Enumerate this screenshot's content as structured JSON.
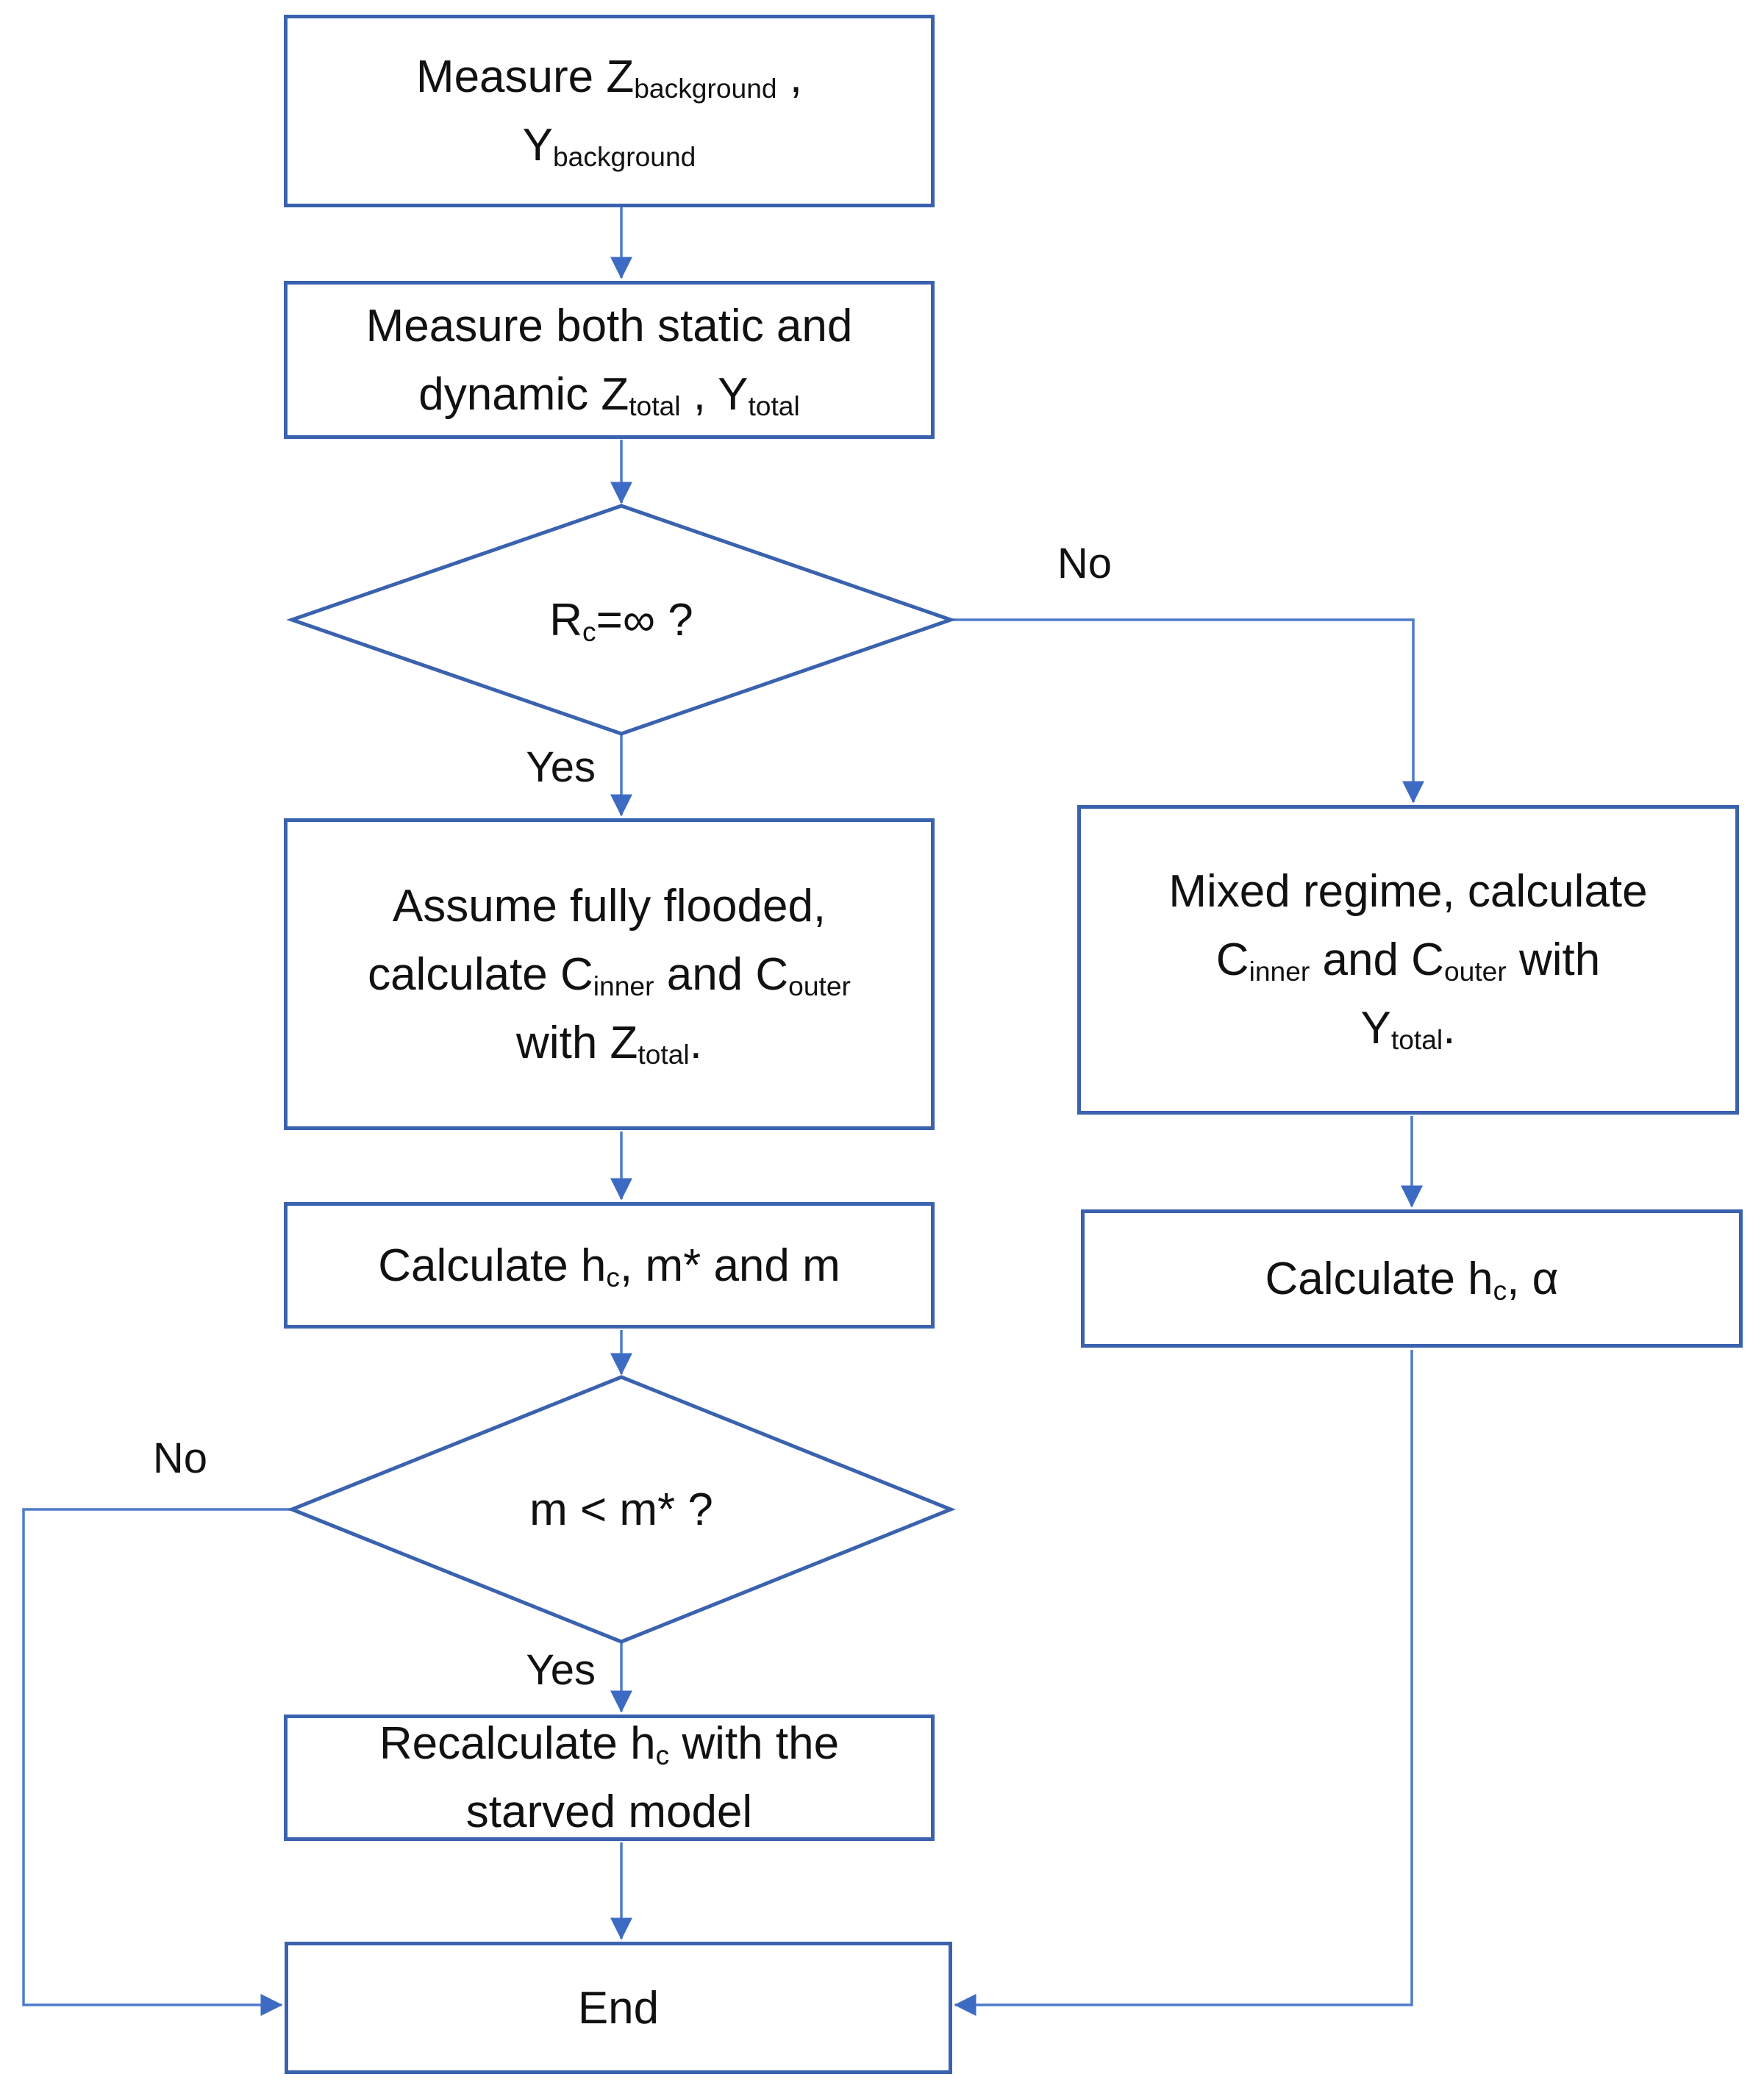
{
  "flowchart": {
    "colors": {
      "border": "#3a62ae",
      "connector": "#4f7bcc",
      "arrow": "#3d6bc4",
      "text": "#111111",
      "bg": "#ffffff"
    },
    "labels": {
      "decision1_no": "No",
      "decision1_yes": "Yes",
      "decision2_no": "No",
      "decision2_yes": "Yes"
    },
    "nodes": {
      "measure_background": {
        "lines": [
          [
            {
              "t": "Measure Z"
            },
            {
              "t": "background",
              "s": 1
            },
            {
              "t": " ,"
            }
          ],
          [
            {
              "t": "Y"
            },
            {
              "t": "background",
              "s": 1
            }
          ]
        ]
      },
      "measure_total": {
        "lines": [
          [
            {
              "t": "Measure both static and"
            }
          ],
          [
            {
              "t": "dynamic Z"
            },
            {
              "t": "total",
              "s": 1
            },
            {
              "t": " , Y"
            },
            {
              "t": "total",
              "s": 1
            }
          ]
        ]
      },
      "decision_rc": {
        "lines": [
          [
            {
              "t": "R"
            },
            {
              "t": "c",
              "s": 1
            },
            {
              "t": "=∞ ?"
            }
          ]
        ]
      },
      "assume_flooded": {
        "lines": [
          [
            {
              "t": "Assume fully flooded,"
            }
          ],
          [
            {
              "t": "calculate C"
            },
            {
              "t": "inner",
              "s": 1
            },
            {
              "t": " and C"
            },
            {
              "t": "outer",
              "s": 1
            }
          ],
          [
            {
              "t": "with Z"
            },
            {
              "t": "total",
              "s": 1
            },
            {
              "t": "."
            }
          ]
        ]
      },
      "calc_hc_m": {
        "lines": [
          [
            {
              "t": "Calculate h"
            },
            {
              "t": "c",
              "s": 1
            },
            {
              "t": ", m* and m"
            }
          ]
        ]
      },
      "decision_m": {
        "lines": [
          [
            {
              "t": "m < m* ?"
            }
          ]
        ]
      },
      "recalculate": {
        "lines": [
          [
            {
              "t": "Recalculate h"
            },
            {
              "t": "c",
              "s": 1
            },
            {
              "t": " with the"
            }
          ],
          [
            {
              "t": "starved model"
            }
          ]
        ]
      },
      "end": {
        "lines": [
          [
            {
              "t": "End"
            }
          ]
        ]
      },
      "mixed_regime": {
        "lines": [
          [
            {
              "t": "Mixed regime, calculate"
            }
          ],
          [
            {
              "t": "C"
            },
            {
              "t": "inner",
              "s": 1
            },
            {
              "t": " and C"
            },
            {
              "t": "outer",
              "s": 1
            },
            {
              "t": " with"
            }
          ],
          [
            {
              "t": "Y"
            },
            {
              "t": "total",
              "s": 1
            },
            {
              "t": "."
            }
          ]
        ]
      },
      "calc_hc_alpha": {
        "lines": [
          [
            {
              "t": "Calculate h"
            },
            {
              "t": "c",
              "s": 1
            },
            {
              "t": ", α"
            }
          ]
        ]
      }
    }
  }
}
